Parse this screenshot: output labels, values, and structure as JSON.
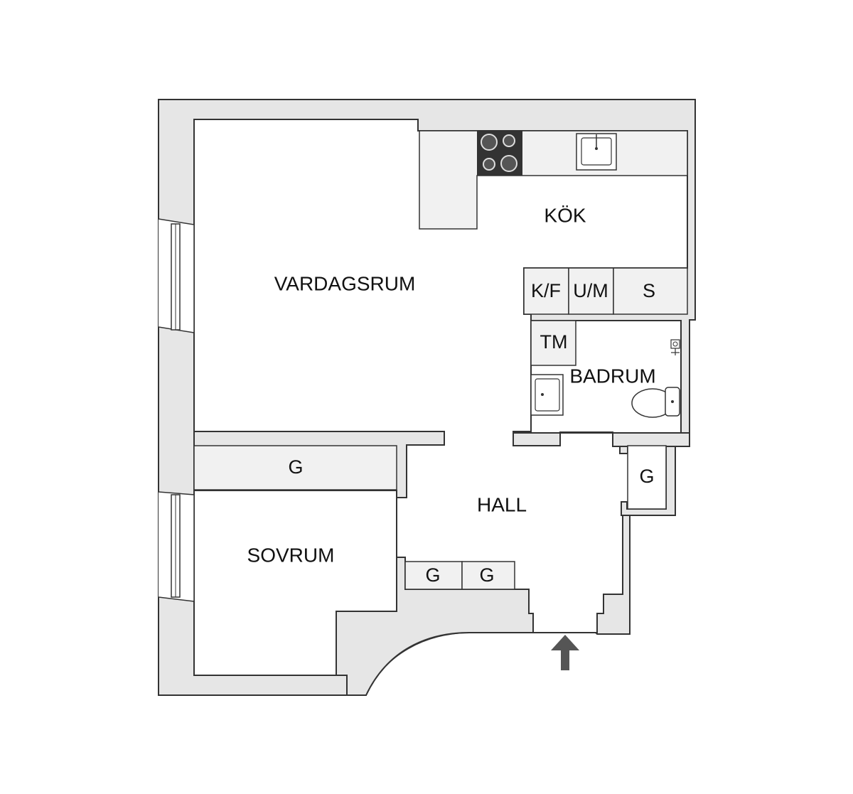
{
  "floorplan": {
    "rooms": {
      "living_room": "VARDAGSRUM",
      "kitchen": "KÖK",
      "bathroom": "BADRUM",
      "hall": "HALL",
      "bedroom": "SOVRUM"
    },
    "fixtures": {
      "fridge_freezer": "K/F",
      "oven_microwave": "U/M",
      "cabinet": "S",
      "washing_machine": "TM",
      "wardrobe_main": "G",
      "wardrobe_hall": "G",
      "wardrobe_small_1": "G",
      "wardrobe_small_2": "G"
    },
    "icons": [
      "stove-icon",
      "kitchen-sink-icon",
      "bathroom-sink-icon",
      "toilet-icon",
      "shower-icon",
      "entrance-arrow-icon",
      "window-icon"
    ],
    "colors": {
      "wall": "#e6e6e6",
      "outline": "#333333",
      "floor": "#ffffff",
      "stove": "#333333",
      "arrow": "#555555"
    }
  }
}
